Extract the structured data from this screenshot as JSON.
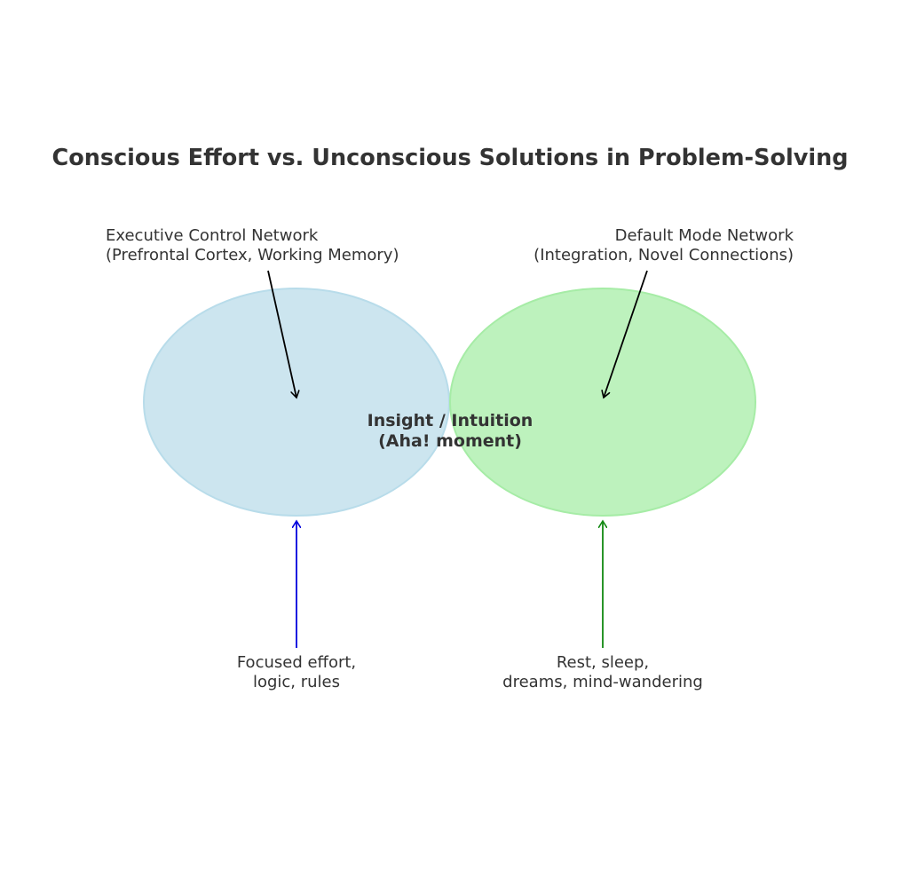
{
  "title": "Conscious Effort vs. Unconscious Solutions in Problem-Solving",
  "left": {
    "label_line1": "Executive Control Network",
    "label_line2": "(Prefrontal Cortex, Working Memory)",
    "bottom_line1": "Focused effort,",
    "bottom_line2": "logic, rules",
    "fill": "#cce5ef",
    "arrow_color": "#0000dd"
  },
  "right": {
    "label_line1": "Default Mode Network",
    "label_line2": "(Integration, Novel Connections)",
    "bottom_line1": "Rest, sleep,",
    "bottom_line2": "dreams, mind-wandering",
    "fill": "#bdf2bd",
    "arrow_color": "#118811"
  },
  "center": {
    "line1": "Insight / Intuition",
    "line2": "(Aha! moment)"
  }
}
